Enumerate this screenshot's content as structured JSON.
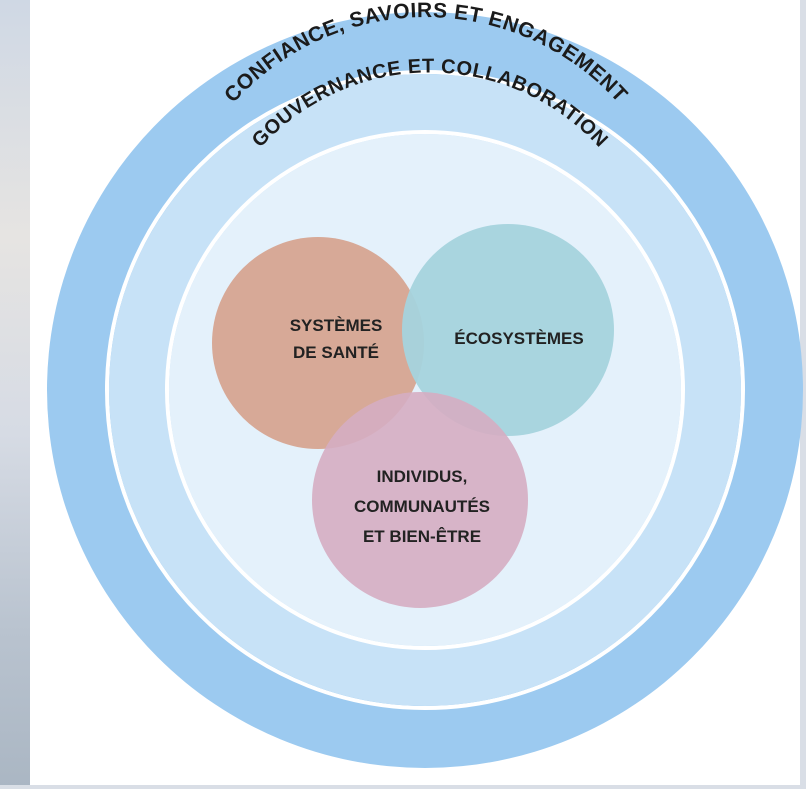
{
  "outer_ring": {
    "label": "CONFIANCE, SAVOIRS ET ENGAGEMENT",
    "color": "#9ccaf0"
  },
  "middle_ring": {
    "label": "GOUVERNANCE ET COLLABORATION",
    "color": "#c7e2f7"
  },
  "inner_area": {
    "color": "#e4f1fb"
  },
  "venn": {
    "health_systems": {
      "line1": "SYSTÈMES",
      "line2": "DE SANTÉ",
      "color": "#f0ab8e"
    },
    "ecosystems": {
      "label": "ÉCOSYSTÈMES",
      "color": "#b9e0e2"
    },
    "individuals": {
      "line1": "INDIVIDUS,",
      "line2": "COMMUNAUTÉS",
      "line3": "ET BIEN-ÊTRE",
      "color": "#efb8c5"
    }
  }
}
